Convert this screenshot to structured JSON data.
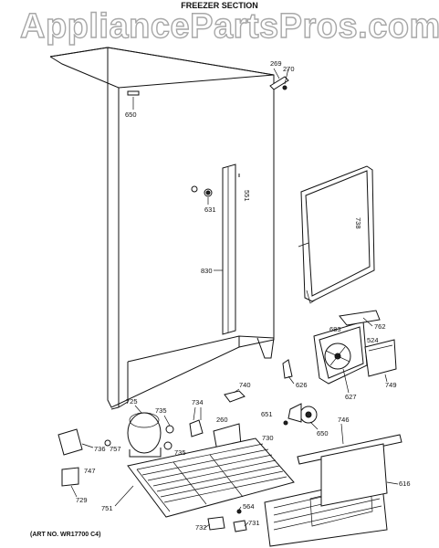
{
  "page": {
    "title": "FREEZER SECTION",
    "watermark": "AppliancePartsPros.com",
    "footer": "(ART NO. WR17700 C4)"
  },
  "callouts": [
    {
      "id": "269",
      "text": "269"
    },
    {
      "id": "270",
      "text": "270"
    },
    {
      "id": "650a",
      "text": "650"
    },
    {
      "id": "551",
      "text": "551"
    },
    {
      "id": "631",
      "text": "631"
    },
    {
      "id": "738",
      "text": "738"
    },
    {
      "id": "830",
      "text": "830"
    },
    {
      "id": "683",
      "text": "683"
    },
    {
      "id": "762",
      "text": "762"
    },
    {
      "id": "524",
      "text": "524"
    },
    {
      "id": "626",
      "text": "626"
    },
    {
      "id": "749",
      "text": "749"
    },
    {
      "id": "627",
      "text": "627"
    },
    {
      "id": "740",
      "text": "740"
    },
    {
      "id": "650b",
      "text": "650"
    },
    {
      "id": "651",
      "text": "651"
    },
    {
      "id": "725",
      "text": "725"
    },
    {
      "id": "735a",
      "text": "735"
    },
    {
      "id": "734",
      "text": "734"
    },
    {
      "id": "260",
      "text": "260"
    },
    {
      "id": "746",
      "text": "746"
    },
    {
      "id": "736",
      "text": "736"
    },
    {
      "id": "757",
      "text": "757"
    },
    {
      "id": "735b",
      "text": "735"
    },
    {
      "id": "730",
      "text": "730"
    },
    {
      "id": "747",
      "text": "747"
    },
    {
      "id": "616",
      "text": "616"
    },
    {
      "id": "729",
      "text": "729"
    },
    {
      "id": "751",
      "text": "751"
    },
    {
      "id": "564",
      "text": "564"
    },
    {
      "id": "732",
      "text": "732"
    },
    {
      "id": "731",
      "text": "731"
    }
  ]
}
